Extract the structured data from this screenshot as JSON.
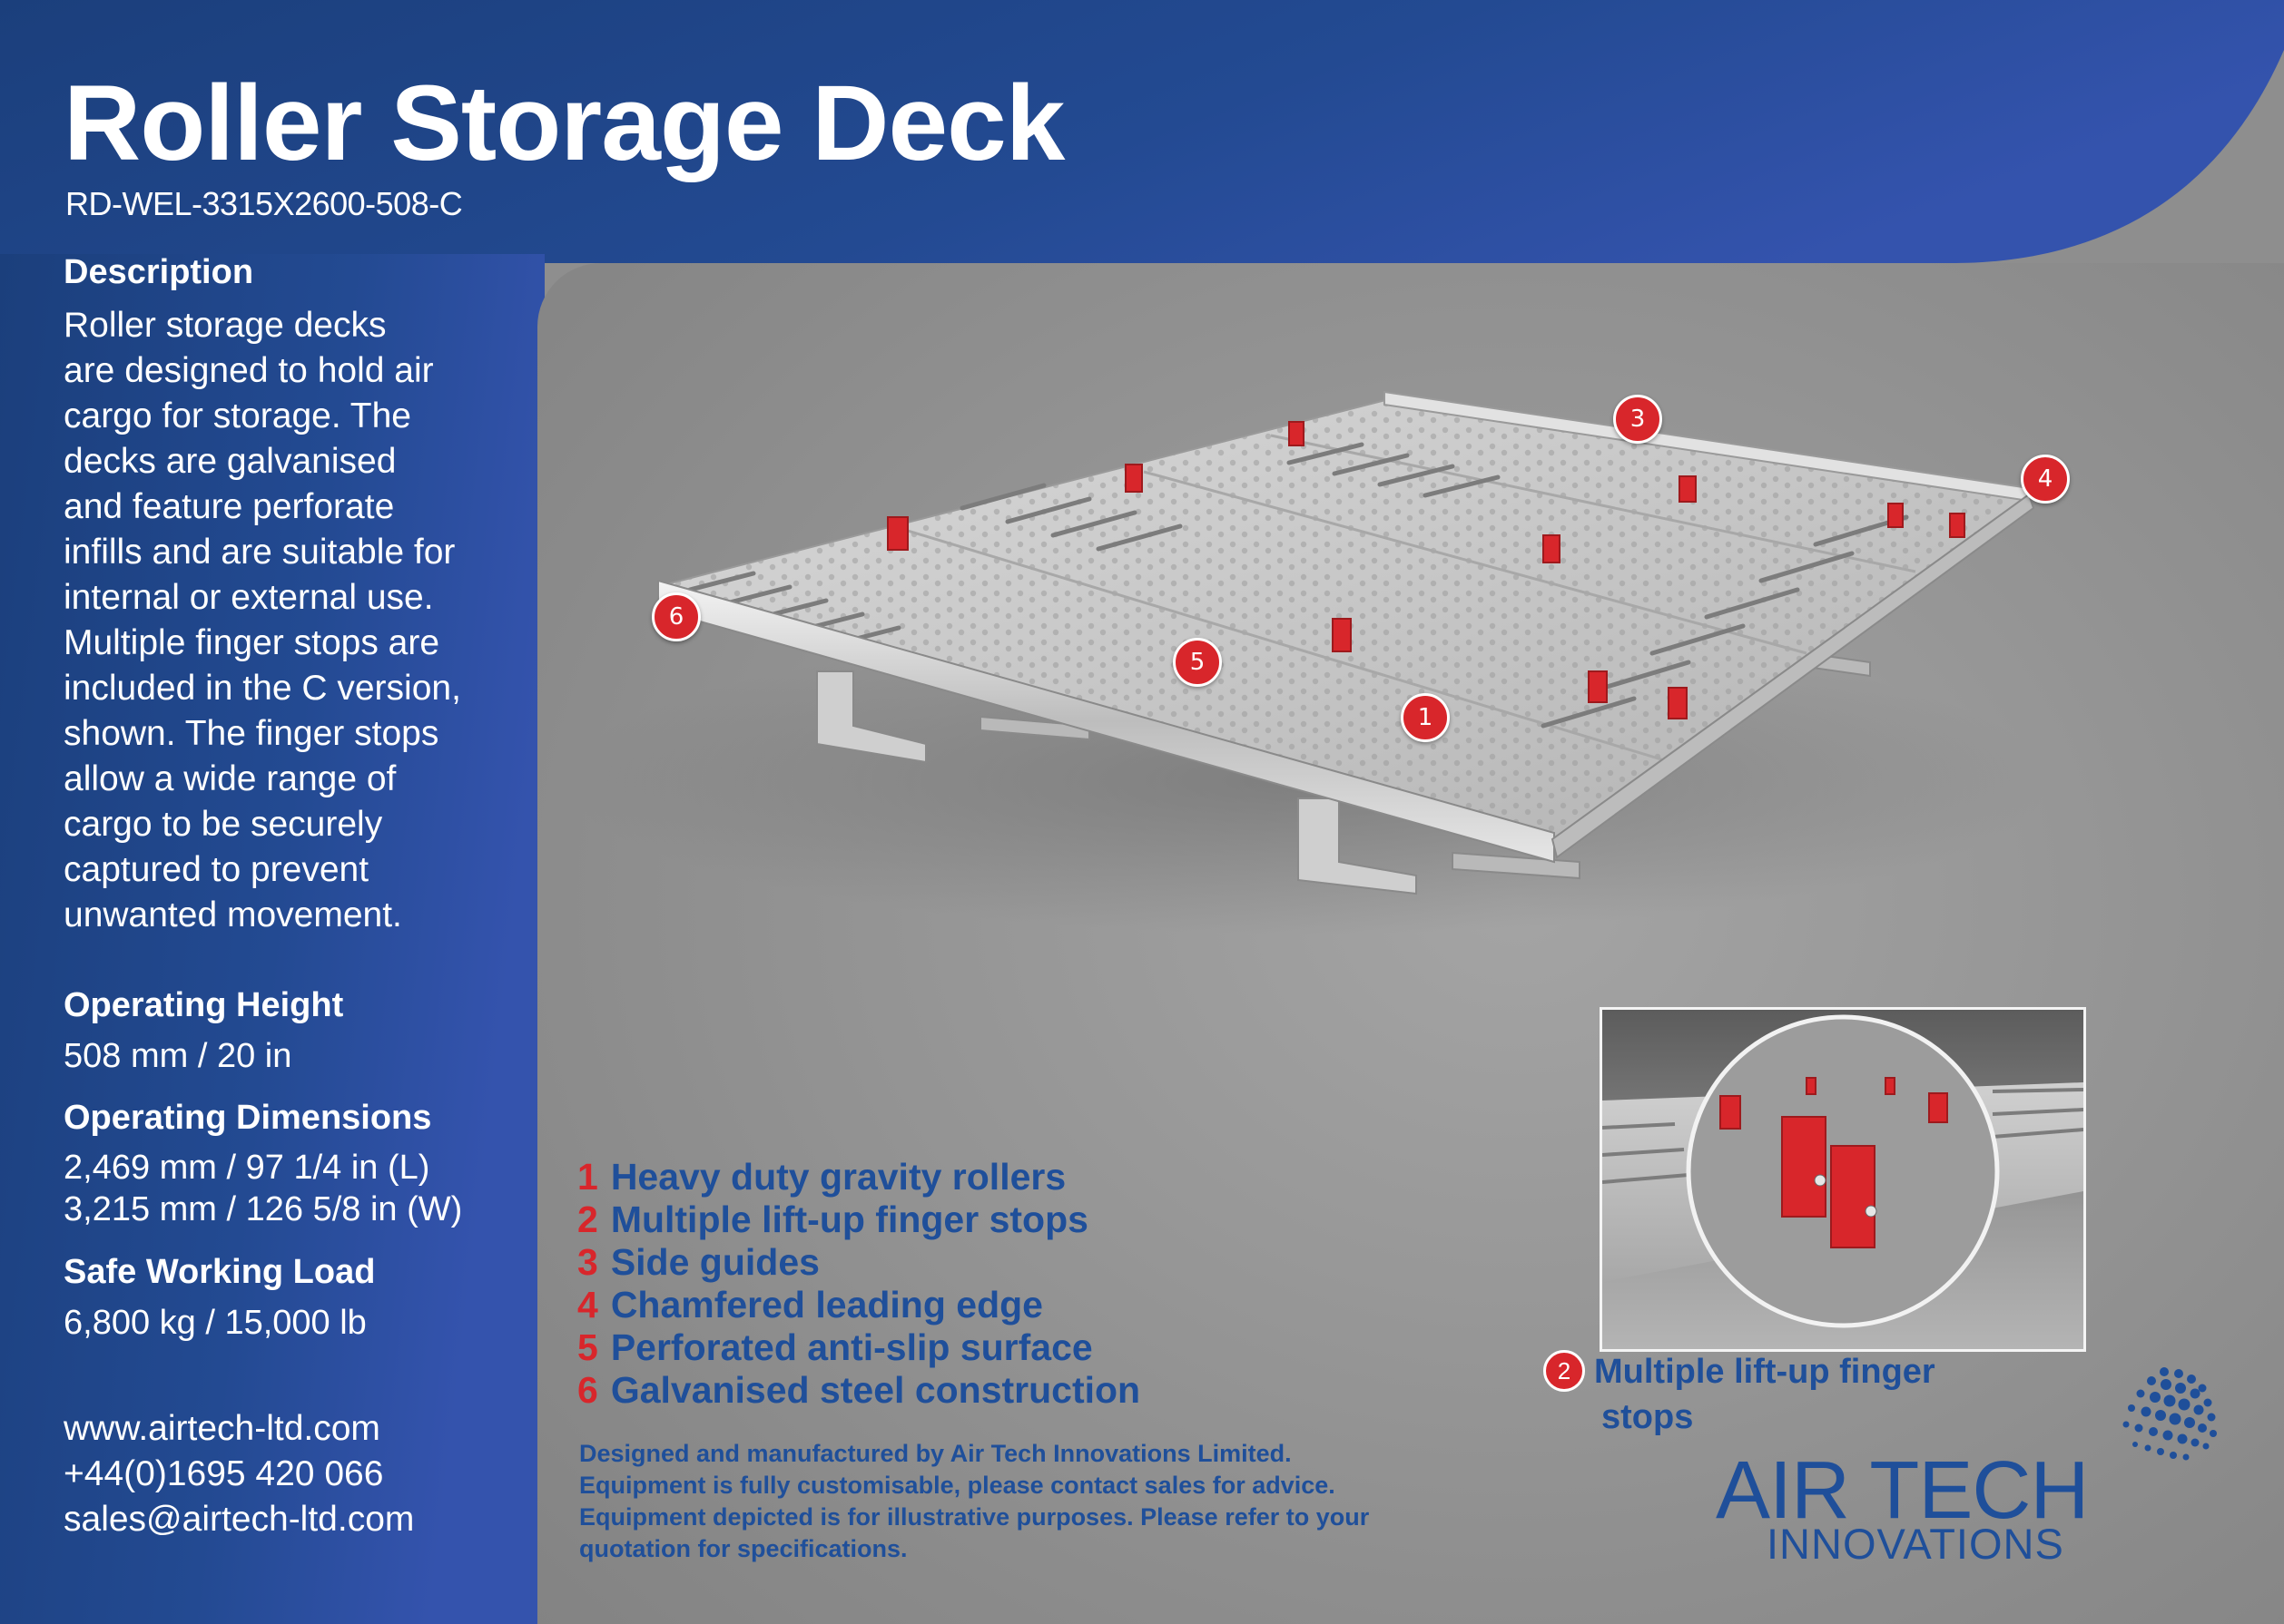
{
  "header": {
    "title": "Roller Storage Deck",
    "product_code": "RD-WEL-3315X2600-508-C"
  },
  "description": {
    "heading": "Description",
    "lines": [
      "Roller storage decks",
      "are designed to hold air",
      "cargo for storage. The",
      "decks are galvanised",
      "and feature perforate",
      "infills and are suitable for",
      "internal or external use.",
      "Multiple finger stops are",
      "included in the C version,",
      "shown. The finger stops",
      "allow a wide range of",
      "cargo to be securely",
      "captured to prevent",
      "unwanted movement."
    ]
  },
  "specs": {
    "operating_height": {
      "heading": "Operating Height",
      "value": "508 mm / 20 in"
    },
    "operating_dimensions": {
      "heading": "Operating Dimensions",
      "length": "2,469 mm / 97 1/4 in (L)",
      "width": "3,215 mm / 126 5/8 in (W)"
    },
    "safe_working_load": {
      "heading": "Safe Working Load",
      "value": "6,800 kg / 15,000 lb"
    }
  },
  "contact": {
    "website": "www.airtech-ltd.com",
    "phone": "+44(0)1695 420 066",
    "email": "sales@airtech-ltd.com"
  },
  "features": [
    {
      "num": "1",
      "label": "Heavy duty gravity rollers"
    },
    {
      "num": "2",
      "label": "Multiple lift-up finger stops"
    },
    {
      "num": "3",
      "label": "Side guides"
    },
    {
      "num": "4",
      "label": "Chamfered leading edge"
    },
    {
      "num": "5",
      "label": "Perforated anti-slip surface"
    },
    {
      "num": "6",
      "label": "Galvanised steel construction"
    }
  ],
  "callouts": [
    "1",
    "3",
    "4",
    "5",
    "6"
  ],
  "inset": {
    "badge": "2",
    "caption_line1": "Multiple lift-up finger",
    "caption_line2": "stops"
  },
  "disclaimer": [
    "Designed and manufactured by Air Tech Innovations Limited.",
    "Equipment is fully customisable, please contact sales for advice.",
    "Equipment depicted is for illustrative purposes. Please refer to your",
    "quotation for specifications."
  ],
  "logo": {
    "line1": "AIR TECH",
    "line2": "INNOVATIONS"
  },
  "colors": {
    "brand_blue": "#1f4f9a",
    "band_dark": "#1b3f7c",
    "band_light": "#3250a8",
    "accent_red": "#d8262b",
    "panel_gray": "#9a9a9a"
  }
}
